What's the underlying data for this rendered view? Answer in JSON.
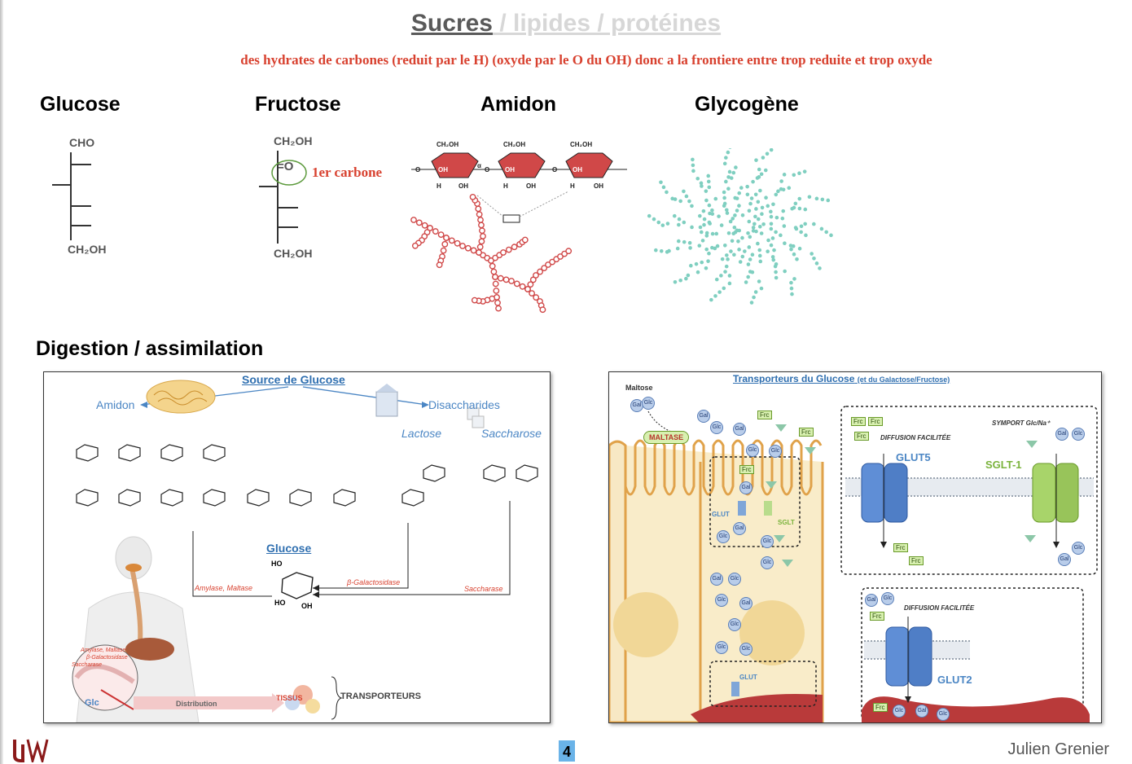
{
  "slide": {
    "title_main": "Sucres",
    "title_rest": " / lipides / protéines",
    "subtitle": "des hydrates de carbones (reduit par le H) (oxyde par le O du OH) donc a la frontiere entre trop reduite et trop oxyde",
    "section_title": "Digestion / assimilation",
    "page_number": "4",
    "author": "Julien Grenier"
  },
  "molecules": [
    {
      "name": "Glucose",
      "top": "CHO",
      "bottom": "CH₂OH"
    },
    {
      "name": "Fructose",
      "top": "CH₂OH",
      "bottom": "CH₂OH",
      "carbonyl": "=O",
      "annotation": "1er carbone"
    },
    {
      "name": "Amidon"
    },
    {
      "name": "Glycogène"
    }
  ],
  "amidon_labels": {
    "ch2oh": "CH₂OH",
    "h": "H",
    "oh": "OH",
    "o": "O",
    "alpha": "α"
  },
  "left_panel": {
    "title": "Source de Glucose",
    "amidon": "Amidon",
    "disaccharides": "Disaccharides",
    "lactose": "Lactose",
    "saccharose": "Saccharose",
    "glucose": "Glucose",
    "enzyme_amylase": "Amylase, Maltase",
    "enzyme_galacto": "β-Galactosidase",
    "enzyme_saccharase": "Saccharase",
    "body_enzymes_1": "Amylase, Maltase",
    "body_enzymes_2": "β-Galactosidase",
    "body_enzymes_3": "Saccharase",
    "glc": "Glc",
    "distribution": "Distribution",
    "tissus": "TISSUS",
    "transporteurs": "TRANSPORTEURS",
    "ho": "HO",
    "oh": "OH"
  },
  "right_panel": {
    "title": "Transporteurs du Glucose",
    "title_small": "(et du Galactose/Fructose)",
    "maltose": "Maltose",
    "maltase": "MALTASE",
    "glut": "GLUT",
    "sglt": "SGLT",
    "diffusion": "DIFFUSION FACILITÉE",
    "symport": "SYMPORT Glc/Na⁺",
    "glut5": "GLUT5",
    "sglt1": "SGLT-1",
    "glut2": "GLUT2",
    "gal": "Gal",
    "glc": "Glc",
    "frc": "Frc"
  },
  "colors": {
    "accent_red": "#d8412f",
    "starch_red": "#d04848",
    "glycogen_teal": "#7fcfc0",
    "link_blue": "#2f6fb0"
  }
}
